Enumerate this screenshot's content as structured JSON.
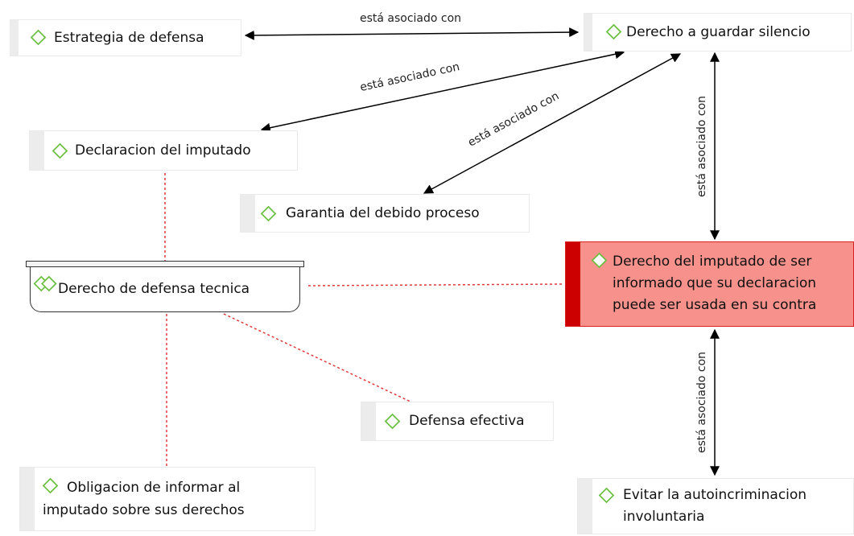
{
  "link_label": "está asociado con",
  "nodes": {
    "estrategia": "Estrategia de defensa",
    "derecho_silencio": "Derecho a guardar silencio",
    "declaracion": "Declaracion del imputado",
    "garantia": "Garantia del debido proceso",
    "defensa_tecnica": "Derecho de defensa tecnica",
    "informado_line1": "Derecho del imputado de ser",
    "informado_line2": "informado que su declaracion",
    "informado_line3": "puede ser usada en su contra",
    "defensa_efectiva": "Defensa efectiva",
    "obligacion_line1": "Obligacion de informar al",
    "obligacion_line2": "imputado sobre sus derechos",
    "evitar_line1": "Evitar la autoincriminacion",
    "evitar_line2": "involuntaria"
  },
  "colors": {
    "selected_fill": "#f7918b",
    "selected_bar": "#cc0000",
    "diamond": "#6abf40",
    "dashed_link": "#e23b3b"
  }
}
